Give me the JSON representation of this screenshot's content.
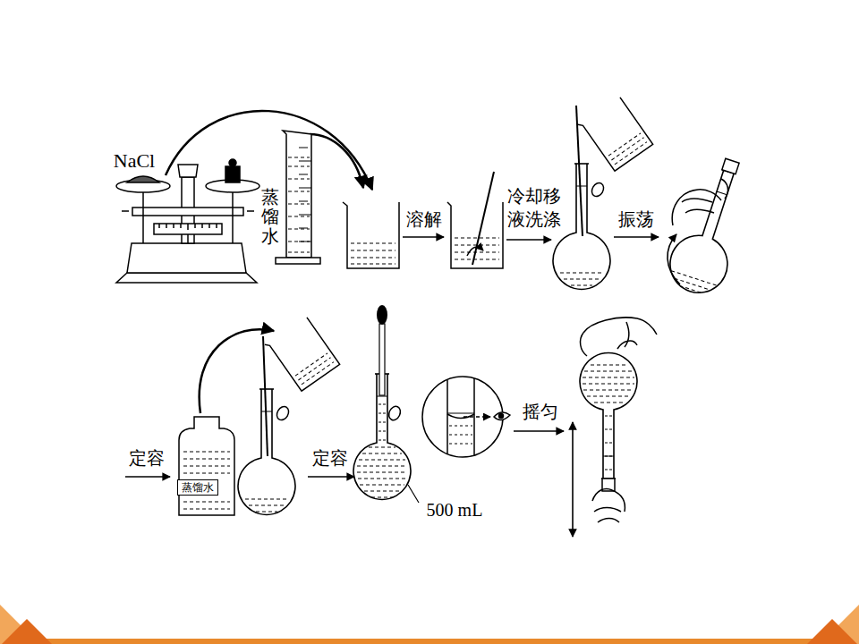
{
  "diagram": {
    "nodes": [
      {
        "text": [
          "蒸馏水"
        ]
      }
    ],
    "labels": [
      "NaCl",
      "蒸馏水",
      "溶解",
      "冷却移液洗涤",
      "振荡",
      "定容",
      "定容",
      "500 mL",
      "摇匀"
    ]
  }
}
